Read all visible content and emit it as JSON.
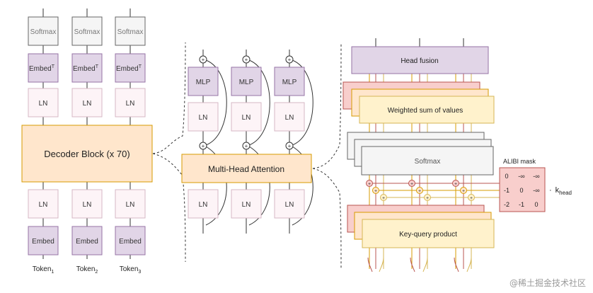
{
  "colors": {
    "purple_fill": "#e1d5e7",
    "purple_stroke": "#9673a6",
    "pink_fill": "#fdf4f7",
    "pink_stroke": "#d6b7c4",
    "grey_fill": "#f5f5f5",
    "grey_stroke": "#666666",
    "orange_fill": "#ffe6cc",
    "orange_stroke": "#d79b00",
    "yellow_fill": "#fff2cc",
    "yellow_stroke": "#d6b656",
    "red_fill": "#f8cecc",
    "red_stroke": "#b85450"
  },
  "left": {
    "softmax": "Softmax",
    "embed_t_base": "Embed",
    "embed_t_sup": "T",
    "ln": "LN",
    "decoder_block": "Decoder Block (x 70)",
    "embed": "Embed",
    "token_base": "Token",
    "token_subs": [
      "1",
      "2",
      "3"
    ]
  },
  "middle": {
    "mlp": "MLP",
    "ln": "LN",
    "plus": "+",
    "mha": "Multi-Head Attention"
  },
  "right": {
    "head_fusion": "Head fusion",
    "weighted_sum": "Weighted sum of values",
    "softmax": "Softmax",
    "key_query": "Key-query product",
    "alibi_title": "ALIBI mask",
    "alibi_matrix": [
      [
        "0",
        "-∞",
        "-∞"
      ],
      [
        "-1",
        "0",
        "-∞"
      ],
      [
        "-2",
        "-1",
        "0"
      ]
    ],
    "k_dot": "·",
    "k_base": "k",
    "k_sub": "head"
  },
  "watermark": "@稀土掘金技术社区"
}
